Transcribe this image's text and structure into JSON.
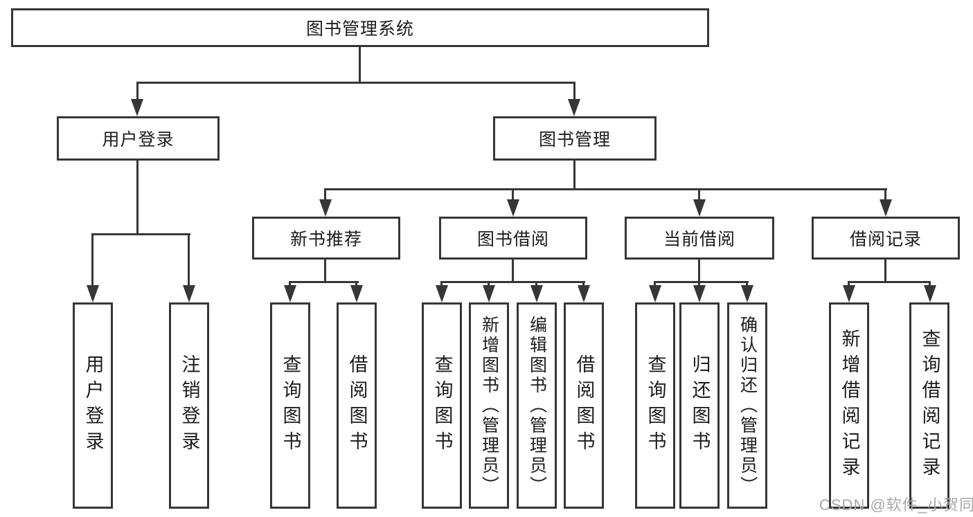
{
  "colors": {
    "line": "#363636",
    "text": "#1c1c1c",
    "background": "#ffffff",
    "watermark": "#a8a8a8"
  },
  "watermark": "CSDN @软件_小贺同学",
  "tree": {
    "root": {
      "label": "图书管理系统"
    },
    "branches": [
      {
        "label": "用户登录",
        "children": [
          "用户登录",
          "注销登录"
        ]
      },
      {
        "label": "图书管理",
        "groups": [
          {
            "label": "新书推荐",
            "children": [
              "查询图书",
              "借阅图书"
            ]
          },
          {
            "label": "图书借阅",
            "children": [
              "查询图书",
              "新增图书（管理员）",
              "编辑图书（管理员）",
              "借阅图书"
            ]
          },
          {
            "label": "当前借阅",
            "children": [
              "查询图书",
              "归还图书",
              "确认归还（管理员）"
            ]
          },
          {
            "label": "借阅记录",
            "children": [
              "新增借阅记录",
              "查询借阅记录"
            ]
          }
        ]
      }
    ]
  }
}
